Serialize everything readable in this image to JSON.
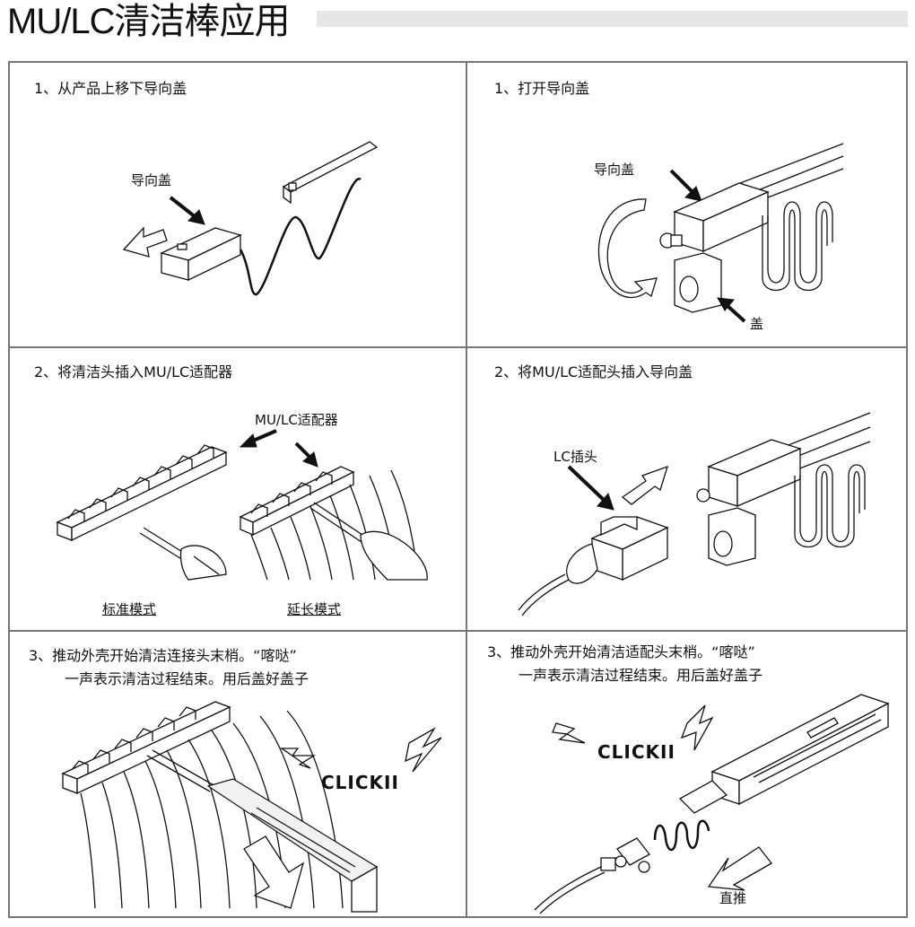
{
  "title": "MU/LC清洁棒应用",
  "panels": {
    "p1": {
      "caption": "1、从产品上移下导向盖",
      "label": "导向盖"
    },
    "p2": {
      "caption": "1、打开导向盖",
      "label_top": "导向盖",
      "label_bottom": "盖"
    },
    "p3": {
      "caption": "2、将清洁头插入MU/LC适配器",
      "label": "MU/LC适配器",
      "mode_left": "标准模式",
      "mode_right": "延长模式"
    },
    "p4": {
      "caption": "2、将MU/LC适配头插入导向盖",
      "label": "LC插头"
    },
    "p5": {
      "caption_line1": "3、推动外壳开始清洁连接头末梢。“喀哒”",
      "caption_line2": "一声表示清洁过程结束。用后盖好盖子",
      "click": "CLICKII"
    },
    "p6": {
      "caption_line1": "3、推动外壳开始清洁适配头末梢。“喀哒”",
      "caption_line2": "一声表示清洁过程结束。用后盖好盖子",
      "click": "CLICKII",
      "label": "直推"
    }
  }
}
